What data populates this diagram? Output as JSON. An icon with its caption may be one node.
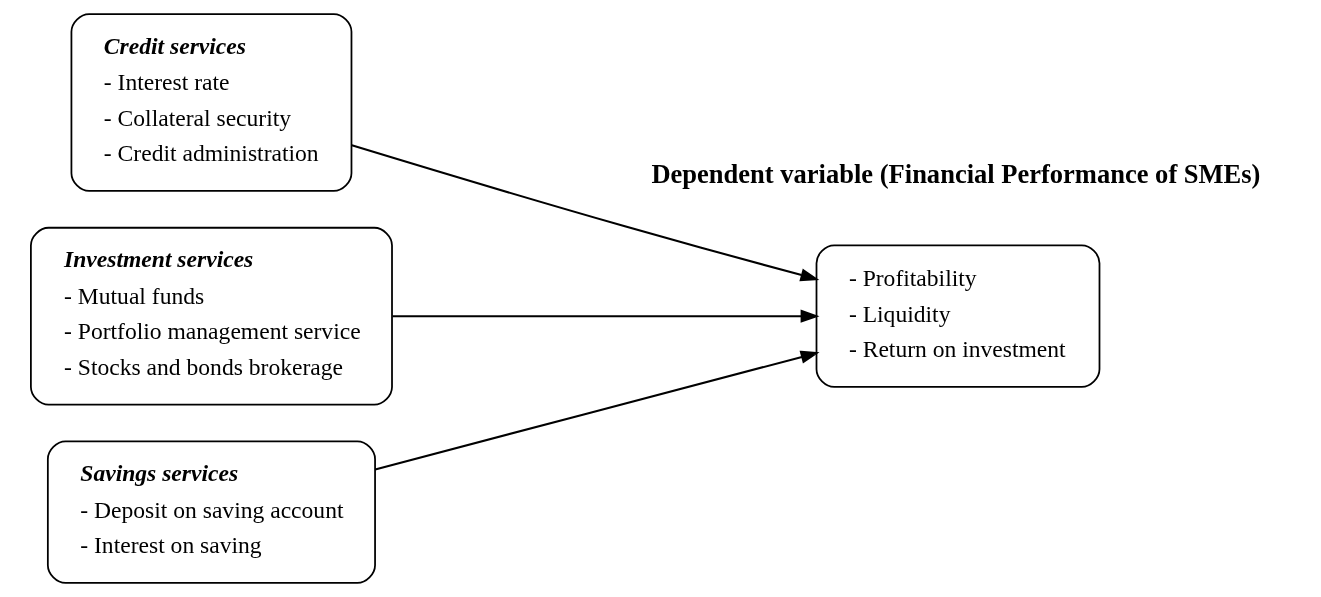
{
  "diagram": {
    "nodes": [
      {
        "text": [
          "Credit services",
          "- Interest rate",
          "- Collateral security",
          "- Credit administration"
        ]
      },
      {
        "text": [
          "Investment services",
          "- Mutual funds",
          "- Portfolio management service",
          "- Stocks and bonds brokerage"
        ]
      },
      {
        "text": [
          "Savings services",
          "- Deposit on saving account",
          "- Interest on saving"
        ]
      },
      {
        "text": [
          "- Profitability",
          "- Liquidity",
          "- Return on investment"
        ]
      }
    ],
    "edges": [
      {
        "from": 0,
        "to": 3,
        "arrow": "to"
      },
      {
        "from": 1,
        "to": 3,
        "arrow": "to"
      },
      {
        "from": 2,
        "to": 3,
        "arrow": "to"
      }
    ],
    "labels": [
      "Dependent variable (Financial Performance of SMEs)"
    ]
  }
}
